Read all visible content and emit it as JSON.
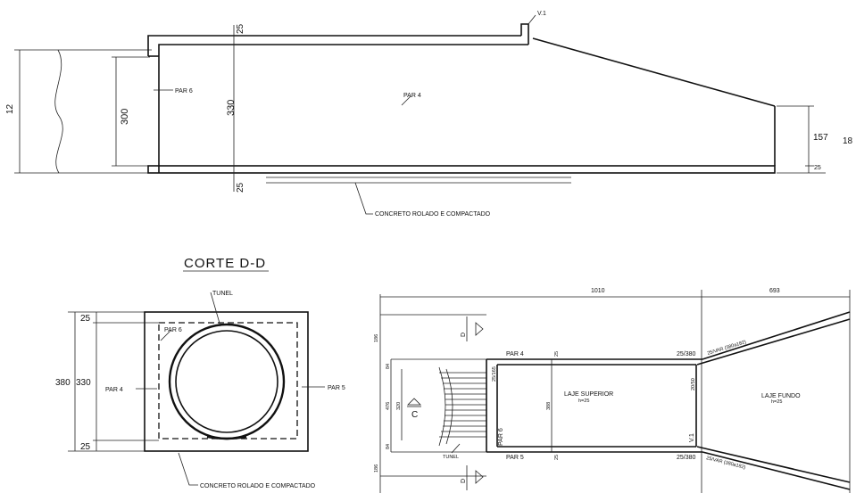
{
  "top_section": {
    "dim_1": "12",
    "dim_300": "300",
    "dim_330": "330",
    "dim_25_top": "25",
    "dim_25_bottom": "25",
    "dim_157": "157",
    "dim_18": "18",
    "dim_right_25": "25",
    "label_v1": "V.1",
    "label_par6": "PAR 6",
    "label_par4": "PAR 4",
    "label_concrete": "CONCRETO ROLADO E COMPACTADO"
  },
  "section_dd": {
    "title": "CORTE D-D",
    "label_tunel": "TUNEL",
    "label_par6": "PAR 6",
    "label_par4": "PAR 4",
    "label_par5": "PAR 5",
    "dim_25_top": "25",
    "dim_25_bottom": "25",
    "dim_330": "330",
    "dim_380": "380",
    "label_concrete": "CONCRETO ROLADO E COMPACTADO"
  },
  "plan": {
    "dim_1010": "1010",
    "dim_693": "693",
    "section_mark": "D",
    "section_c": "C",
    "label_par4": "PAR 4",
    "label_par5": "PAR 5",
    "label_par6": "PAR 6",
    "label_v1": "V.1",
    "dim_25_top": "25",
    "dim_25_bottom": "25",
    "dim_25_380_top": "25/380",
    "dim_25_380_bottom": "25/380",
    "dim_20_50": "20/50",
    "dim_25_165": "25/165",
    "dim_388": "388",
    "dim_25_var_top": "25/VAR (380a182)",
    "dim_25_var_bottom": "25/VAR (380a182)",
    "laje_superior": "LAJE SUPERIOR",
    "laje_superior_sub": "h=25",
    "laje_fundo": "LAJE FUNDO",
    "laje_fundo_sub": "h=25",
    "left_dims": [
      "186",
      "84",
      "320",
      "84",
      "186",
      "476"
    ],
    "tunel_small": "TUNEL"
  }
}
